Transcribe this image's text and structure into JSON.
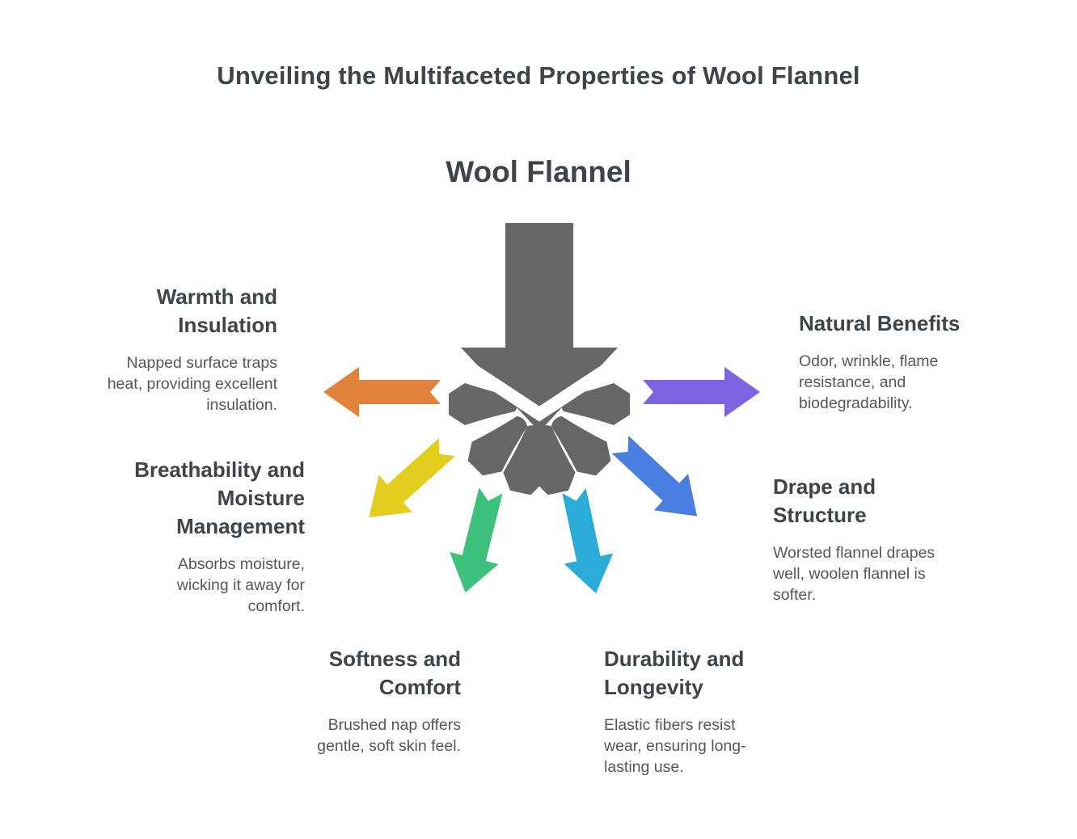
{
  "page": {
    "title": "Unveiling the Multifaceted Properties of Wool Flannel",
    "center_label": "Wool Flannel"
  },
  "colors": {
    "gray": "#666666",
    "heading_text": "#3f444a",
    "body_text": "#54585b"
  },
  "items": [
    {
      "id": "warmth-and-insulation",
      "title_lines": [
        "Warmth and",
        "Insulation"
      ],
      "body_lines": [
        "Napped surface traps",
        "heat, providing excellent",
        "insulation."
      ],
      "arrow_color": "#e0823c",
      "arrow_direction": "left"
    },
    {
      "id": "natural-benefits",
      "title_lines": [
        "Natural Benefits"
      ],
      "body_lines": [
        "Odor, wrinkle, flame",
        "resistance, and",
        "biodegradability."
      ],
      "arrow_color": "#7d64e3",
      "arrow_direction": "right"
    },
    {
      "id": "breathability-and-moisture-management",
      "title_lines": [
        "Breathability and",
        "Moisture",
        "Management"
      ],
      "body_lines": [
        "Absorbs moisture,",
        "wicking it away for",
        "comfort."
      ],
      "arrow_color": "#e3ce20",
      "arrow_direction": "down-left"
    },
    {
      "id": "drape-and-structure",
      "title_lines": [
        "Drape and",
        "Structure"
      ],
      "body_lines": [
        "Worsted flannel drapes",
        "well, woolen flannel is",
        "softer."
      ],
      "arrow_color": "#4a7de0",
      "arrow_direction": "down-right"
    },
    {
      "id": "softness-and-comfort",
      "title_lines": [
        "Softness and",
        "Comfort"
      ],
      "body_lines": [
        "Brushed nap offers",
        "gentle, soft skin feel."
      ],
      "arrow_color": "#3ec17d",
      "arrow_direction": "down"
    },
    {
      "id": "durability-and-longevity",
      "title_lines": [
        "Durability and",
        "Longevity"
      ],
      "body_lines": [
        "Elastic fibers resist",
        "wear, ensuring long-",
        "lasting use."
      ],
      "arrow_color": "#2babd8",
      "arrow_direction": "down"
    }
  ]
}
